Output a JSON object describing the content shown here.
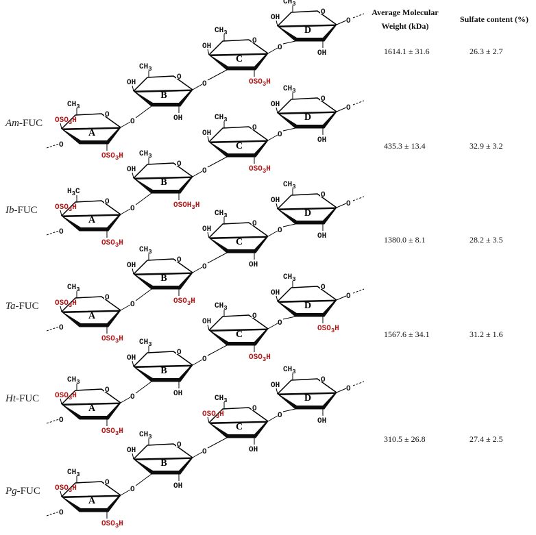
{
  "header": {
    "mw_line1": "Average Molecular",
    "mw_line2": "Weight (kDa)",
    "sulfate": "Sulfate content (%)"
  },
  "labels": {
    "ch3": "CH3",
    "h3c": "H3C",
    "oh": "OH",
    "o": "O",
    "oso3h": "OSO3H",
    "osoh3h": "OSOH3H"
  },
  "rings": [
    "A",
    "B",
    "C",
    "D"
  ],
  "structures": [
    {
      "name_italic": "Am",
      "name_suffix": "-FUC",
      "mw": "1614.1 ± 31.6",
      "sulfate": "26.3 ± 2.7",
      "A": {
        "top": "ch3",
        "left": "oso3h",
        "bottom": "oso3h"
      },
      "B": {
        "top": "ch3",
        "left": "oh",
        "bottom": "oh"
      },
      "C": {
        "top": "ch3",
        "left": "oh",
        "bottom": "oso3h"
      },
      "D": {
        "top": "ch3",
        "left": "oh",
        "bottom": "oh"
      }
    },
    {
      "name_italic": "Ib",
      "name_suffix": "-FUC",
      "mw": "435.3 ± 13.4",
      "sulfate": "32.9 ± 3.2",
      "A": {
        "top": "h3c",
        "left": "oso3h",
        "bottom": "oso3h"
      },
      "B": {
        "top": "ch3",
        "left": "oh",
        "bottom": "osoh3h"
      },
      "C": {
        "top": "ch3",
        "left": "oh",
        "bottom": "oso3h"
      },
      "D": {
        "top": "ch3",
        "left": "oh",
        "bottom": "oh"
      }
    },
    {
      "name_italic": "Ta",
      "name_suffix": "-FUC",
      "mw": "1380.0 ± 8.1",
      "sulfate": "28.2 ± 3.5",
      "A": {
        "top": "ch3",
        "left": "oso3h",
        "bottom": "oso3h"
      },
      "B": {
        "top": "ch3",
        "left": "oh",
        "bottom": "oso3h"
      },
      "C": {
        "top": "ch3",
        "left": "oh",
        "bottom": "oh"
      },
      "D": {
        "top": "ch3",
        "left": "oh",
        "bottom": "oh"
      }
    },
    {
      "name_italic": "Ht",
      "name_suffix": "-FUC",
      "mw": "1567.6 ± 34.1",
      "sulfate": "31.2 ± 1.6",
      "A": {
        "top": "ch3",
        "left": "oso3h",
        "bottom": "oso3h"
      },
      "B": {
        "top": "ch3",
        "left": "oh",
        "bottom": "oh"
      },
      "C": {
        "top": "ch3",
        "left": "oh",
        "bottom": "oso3h"
      },
      "D": {
        "top": "ch3",
        "left": "oh",
        "bottom": "oso3h"
      }
    },
    {
      "name_italic": "Pg",
      "name_suffix": "-FUC",
      "mw": "310.5 ± 26.8",
      "sulfate": "27.4 ± 2.5",
      "A": {
        "top": "ch3",
        "left": "oso3h",
        "bottom": "oso3h"
      },
      "B": {
        "top": "ch3",
        "left": "oh",
        "bottom": "oh"
      },
      "C": {
        "top": "ch3",
        "left": "oso3h",
        "bottom": "oh"
      },
      "D": {
        "top": "ch3",
        "left": "oh",
        "bottom": "oh"
      }
    }
  ]
}
